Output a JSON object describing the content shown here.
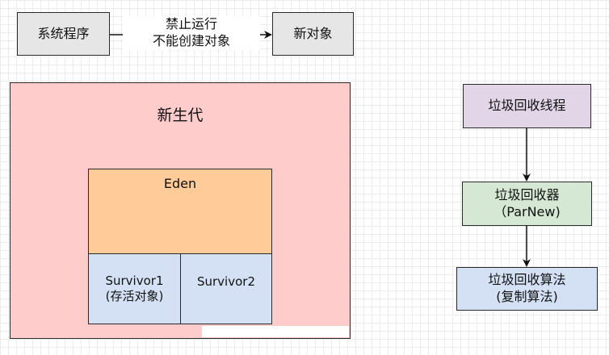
{
  "top_flow": {
    "source_label": "系统程序",
    "edge_label_line1": "禁止运行",
    "edge_label_line2": "不能创建对象",
    "target_label": "新对象"
  },
  "young_gen": {
    "title": "新生代",
    "eden_label": "Eden",
    "survivor1_line1": "Survivor1",
    "survivor1_line2": "(存活对象)",
    "survivor2_label": "Survivor2"
  },
  "gc_flow": {
    "thread_label": "垃圾回收线程",
    "collector_line1": "垃圾回收器",
    "collector_line2": "（ParNew)",
    "algo_line1": "垃圾回收算法",
    "algo_line2": "(复制算法)"
  },
  "colors": {
    "gray_box": "#e6e6e6",
    "young_gen_fill": "#ffcccc",
    "eden_fill": "#ffcc99",
    "survivor_fill": "#d4e1f5",
    "thread_fill": "#e1d5e7",
    "collector_fill": "#d5e8d4",
    "algo_fill": "#d4e1f5"
  }
}
